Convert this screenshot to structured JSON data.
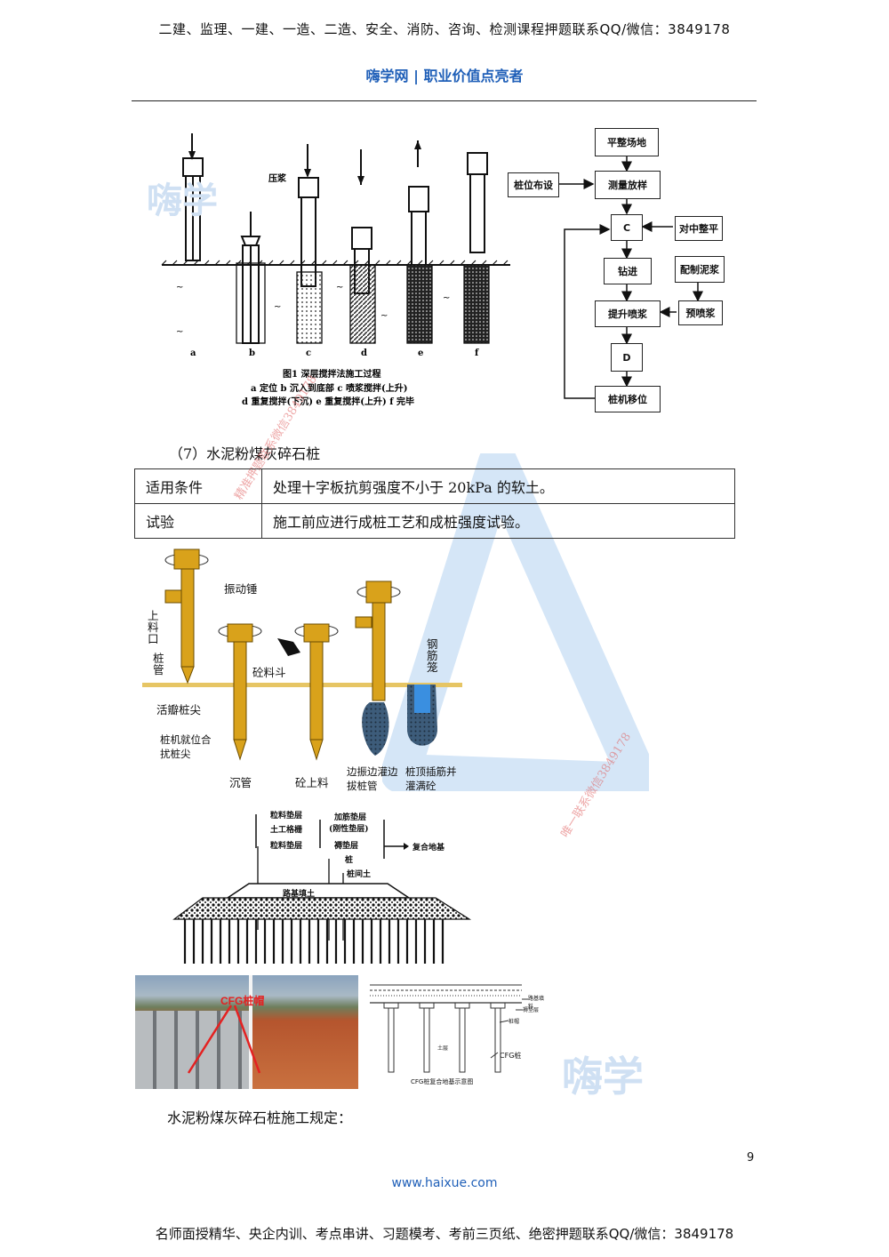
{
  "header": {
    "banner": "二建、监理、一建、一造、二造、安全、消防、咨询、检测课程押题联系QQ/微信：3849178",
    "brand": "嗨学网 | 职业价值点亮者"
  },
  "figure1": {
    "caption_title": "图1  深层搅拌法施工过程",
    "caption_line1": "a 定位  b 沉入到底部  c 喷浆搅拌(上升)",
    "caption_line2": "d 重复搅拌(下沉)  e 重复搅拌(上升)  f 完毕",
    "press_label": "压浆",
    "stage_letters": [
      "a",
      "b",
      "c",
      "d",
      "e",
      "f"
    ]
  },
  "flowchart": {
    "level_site": "平整场地",
    "pile_layout": "桩位布设",
    "survey": "测量放样",
    "c_node": "C",
    "center": "对中整平",
    "drill": "钻进",
    "mix_slurry": "配制泥浆",
    "lift_spray": "提升喷浆",
    "pre_spray": "预喷浆",
    "d_node": "D",
    "move_rig": "桩机移位"
  },
  "section": {
    "title": "（7）水泥粉煤灰碎石桩"
  },
  "table": {
    "rows": [
      {
        "key": "适用条件",
        "value": "处理十字板抗剪强度不小于 20kPa 的软土。"
      },
      {
        "key": "试验",
        "value": "施工前应进行成桩工艺和成桩强度试验。"
      }
    ]
  },
  "figure2": {
    "vibro_hammer": "振动锤",
    "feed_port": "上料口",
    "pile_pipe": "桩管",
    "flap_tip": "活瓣桩尖",
    "hopper": "砼料斗",
    "cage": "钢筋笼",
    "step1": "桩机就位合扰桩尖",
    "step2": "沉管",
    "step3": "砼上料",
    "step4": "边振边灌边拔桩管",
    "step5": "桩顶插筋并灌满砼"
  },
  "figure3": {
    "gravel_cushion_a": "粒料垫层",
    "geogrid": "土工格栅",
    "gravel_cushion_b": "粒料垫层",
    "reinforced_cushion": "加筋垫层",
    "rigid_cushion": "(刚性垫层)",
    "cushion": "褥垫层",
    "pile": "桩",
    "soil_between": "桩间土",
    "composite": "复合地基",
    "embankment": "路基填土"
  },
  "figure4": {
    "cfg_label": "CFG桩帽",
    "diagram_caption": "CFG桩复合地基示意图",
    "cfg_pile": "CFG桩",
    "soil": "土层",
    "layer1": "路基填料",
    "layer2": "褥垫层",
    "layer3": "桩帽"
  },
  "paragraph": "水泥粉煤灰碎石桩施工规定：",
  "page_number": "9",
  "footer": {
    "url": "www.haixue.com",
    "banner": "名师面授精华、央企内训、考点串讲、习题模考、考前三页纸、绝密押题联系QQ/微信：3849178"
  },
  "watermarks": {
    "logo_text": "嗨学",
    "diag_text1": "精准押题联系微信3849178",
    "diag_text2": "唯一联系微信3849178"
  },
  "colors": {
    "brand_blue": "#1f5fb8",
    "pile_gold": "#d9a21b",
    "watermark_red": "#e06060"
  }
}
